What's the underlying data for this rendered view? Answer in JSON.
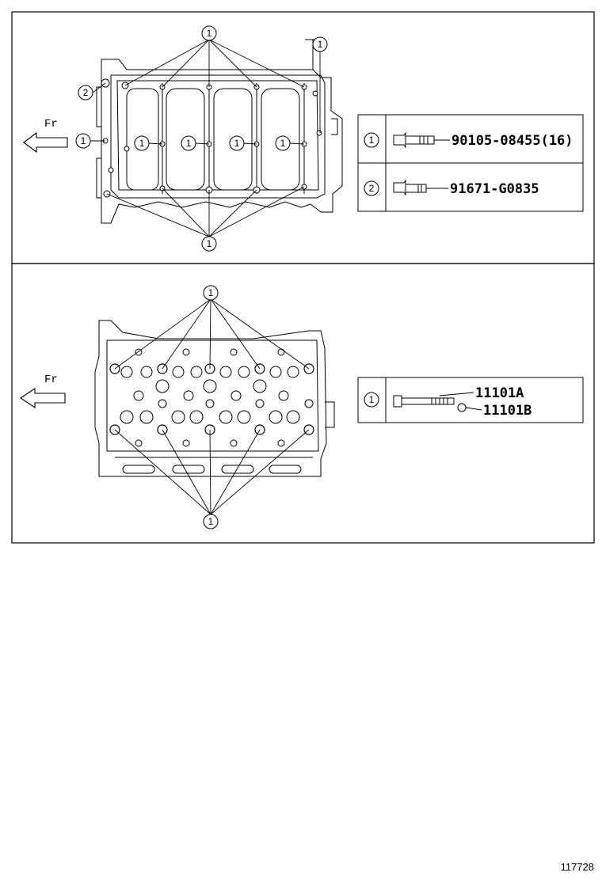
{
  "direction_label": "Fr",
  "panel_top": {
    "callouts": [
      "1",
      "2"
    ],
    "legend": [
      {
        "key": "1",
        "part": "90105-08455(16)"
      },
      {
        "key": "2",
        "part": "91671-G0835"
      }
    ]
  },
  "panel_bottom": {
    "callouts": [
      "1"
    ],
    "legend": [
      {
        "key": "1",
        "parts": [
          "11101A",
          "11101B"
        ]
      }
    ]
  },
  "figure_id": "117728"
}
